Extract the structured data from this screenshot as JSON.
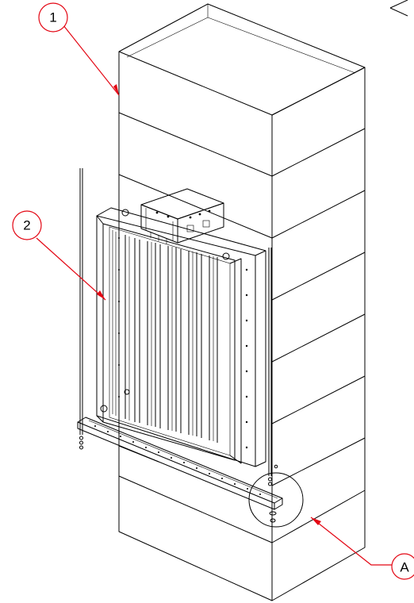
{
  "callouts": {
    "duct": {
      "label": "1"
    },
    "damper": {
      "label": "2"
    },
    "detail": {
      "label": "A"
    }
  },
  "colors": {
    "callout": "#e30613",
    "lines": "#000000",
    "background": "#ffffff"
  }
}
